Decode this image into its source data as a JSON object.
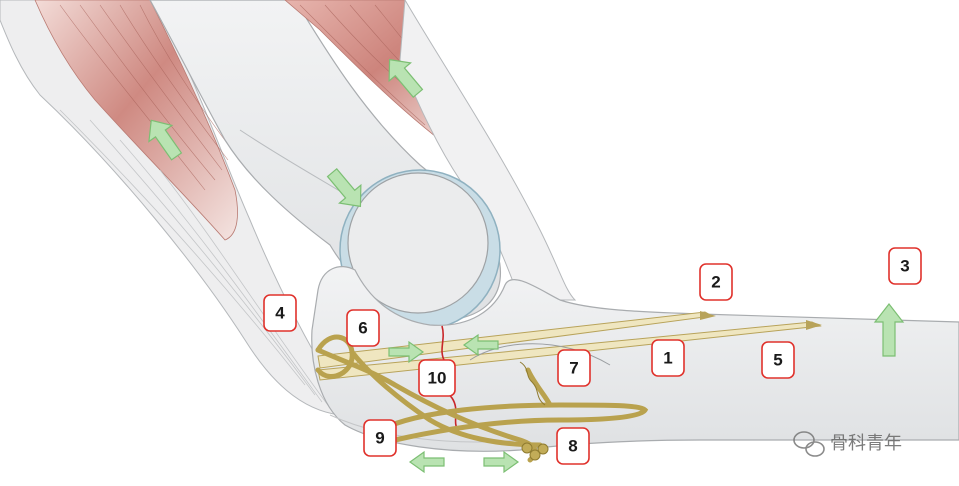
{
  "labels": [
    "1",
    "2",
    "3",
    "4",
    "5",
    "6",
    "7",
    "8",
    "9",
    "10"
  ],
  "watermark": {
    "icon": "wechat-icon",
    "text": "骨科青年"
  },
  "colors": {
    "bone": "#e9eaeb",
    "bone_edge": "#b9bcbf",
    "cartilage": "#c9dde6",
    "muscle": "#cf8a82",
    "tendon": "#f1f1f1",
    "wire": "#c8b46a",
    "kwire": "#efe6c0",
    "arrow": "#b9e3b2",
    "arrow_edge": "#7cbf73",
    "fracture": "#c8262a",
    "label_border": "#e0322c"
  }
}
